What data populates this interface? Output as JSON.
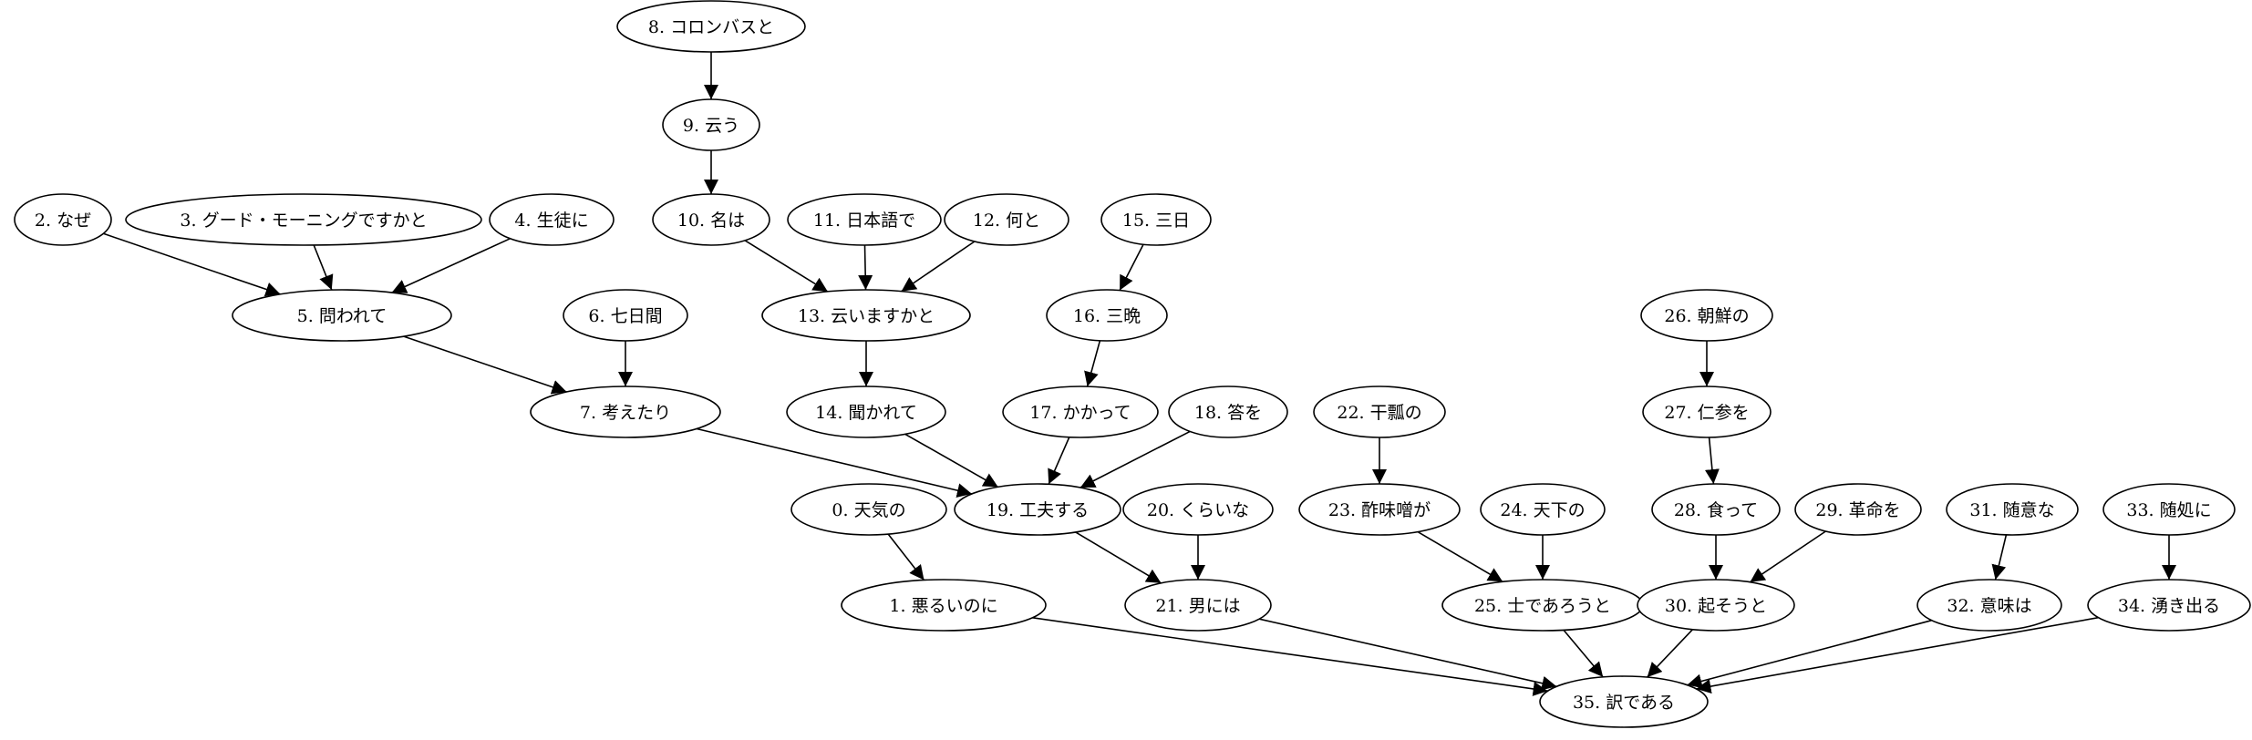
{
  "graph": {
    "nodes": [
      {
        "id": 0,
        "label": "0. 天気の"
      },
      {
        "id": 1,
        "label": "1. 悪るいのに"
      },
      {
        "id": 2,
        "label": "2. なぜ"
      },
      {
        "id": 3,
        "label": "3. グード・モーニングですかと"
      },
      {
        "id": 4,
        "label": "4. 生徒に"
      },
      {
        "id": 5,
        "label": "5. 問われて"
      },
      {
        "id": 6,
        "label": "6. 七日間"
      },
      {
        "id": 7,
        "label": "7. 考えたり"
      },
      {
        "id": 8,
        "label": "8. コロンバスと"
      },
      {
        "id": 9,
        "label": "9. 云う"
      },
      {
        "id": 10,
        "label": "10. 名は"
      },
      {
        "id": 11,
        "label": "11. 日本語で"
      },
      {
        "id": 12,
        "label": "12. 何と"
      },
      {
        "id": 13,
        "label": "13. 云いますかと"
      },
      {
        "id": 14,
        "label": "14. 聞かれて"
      },
      {
        "id": 15,
        "label": "15. 三日"
      },
      {
        "id": 16,
        "label": "16. 三晩"
      },
      {
        "id": 17,
        "label": "17. かかって"
      },
      {
        "id": 18,
        "label": "18. 答を"
      },
      {
        "id": 19,
        "label": "19. 工夫する"
      },
      {
        "id": 20,
        "label": "20. くらいな"
      },
      {
        "id": 21,
        "label": "21. 男には"
      },
      {
        "id": 22,
        "label": "22. 干瓢の"
      },
      {
        "id": 23,
        "label": "23. 酢味噌が"
      },
      {
        "id": 24,
        "label": "24. 天下の"
      },
      {
        "id": 25,
        "label": "25. 士であろうと"
      },
      {
        "id": 26,
        "label": "26. 朝鮮の"
      },
      {
        "id": 27,
        "label": "27. 仁参を"
      },
      {
        "id": 28,
        "label": "28. 食って"
      },
      {
        "id": 29,
        "label": "29. 革命を"
      },
      {
        "id": 30,
        "label": "30. 起そうと"
      },
      {
        "id": 31,
        "label": "31. 随意な"
      },
      {
        "id": 32,
        "label": "32. 意味は"
      },
      {
        "id": 33,
        "label": "33. 随処に"
      },
      {
        "id": 34,
        "label": "34. 湧き出る"
      },
      {
        "id": 35,
        "label": "35. 訳である"
      }
    ],
    "edges": [
      [
        0,
        1
      ],
      [
        1,
        35
      ],
      [
        2,
        5
      ],
      [
        3,
        5
      ],
      [
        4,
        5
      ],
      [
        5,
        7
      ],
      [
        6,
        7
      ],
      [
        7,
        19
      ],
      [
        8,
        9
      ],
      [
        9,
        10
      ],
      [
        10,
        13
      ],
      [
        11,
        13
      ],
      [
        12,
        13
      ],
      [
        13,
        14
      ],
      [
        14,
        19
      ],
      [
        15,
        16
      ],
      [
        16,
        17
      ],
      [
        17,
        19
      ],
      [
        18,
        19
      ],
      [
        19,
        21
      ],
      [
        20,
        21
      ],
      [
        21,
        35
      ],
      [
        22,
        23
      ],
      [
        23,
        25
      ],
      [
        24,
        25
      ],
      [
        25,
        35
      ],
      [
        26,
        27
      ],
      [
        27,
        28
      ],
      [
        28,
        30
      ],
      [
        29,
        30
      ],
      [
        30,
        35
      ],
      [
        31,
        32
      ],
      [
        32,
        35
      ],
      [
        33,
        34
      ],
      [
        34,
        35
      ]
    ]
  }
}
